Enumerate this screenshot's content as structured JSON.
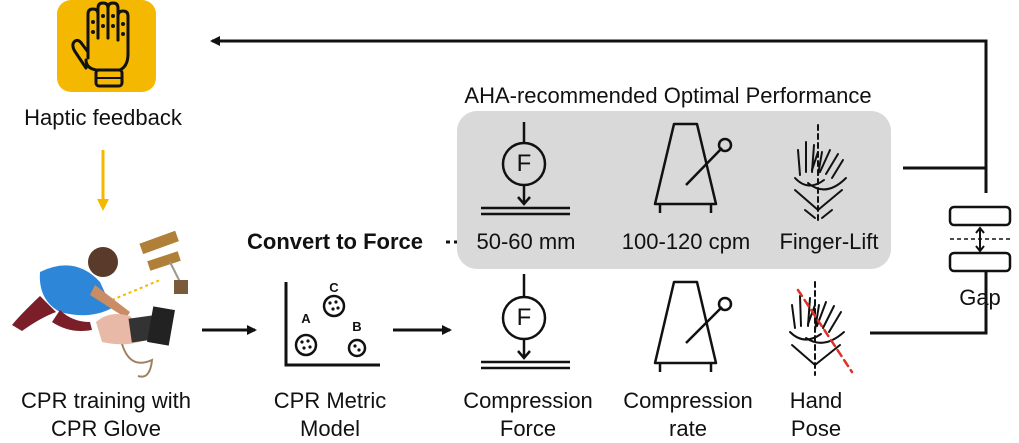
{
  "haptic": {
    "label": "Haptic feedback"
  },
  "optimal": {
    "title": "AHA-recommended Optimal Performance",
    "items": [
      "50-60 mm",
      "100-120 cpm",
      "Finger-Lift"
    ]
  },
  "convert": {
    "label": "Convert to Force"
  },
  "gap": {
    "label": "Gap"
  },
  "pipeline": {
    "training": {
      "line1": "CPR training with",
      "line2": "CPR Glove"
    },
    "model": {
      "line1": "CPR Metric",
      "line2": "Model",
      "clusters": [
        "A",
        "B",
        "C"
      ]
    },
    "force": {
      "line1": "Compression",
      "line2": "Force"
    },
    "rate": {
      "line1": "Compression",
      "line2": "rate"
    },
    "pose": {
      "line1": "Hand",
      "line2": "Pose"
    }
  },
  "icons": {
    "haptic": "robot-hand-icon",
    "force": "force-gauge-icon",
    "rate": "metronome-icon",
    "pose": "hand-pose-icon",
    "photo": "cpr-training-photo",
    "gap": "gap-icon"
  },
  "colors": {
    "accent_yellow": "#F5B800",
    "panel_gray": "#D9D9D9",
    "pose_dash_red": "#E0302A"
  }
}
